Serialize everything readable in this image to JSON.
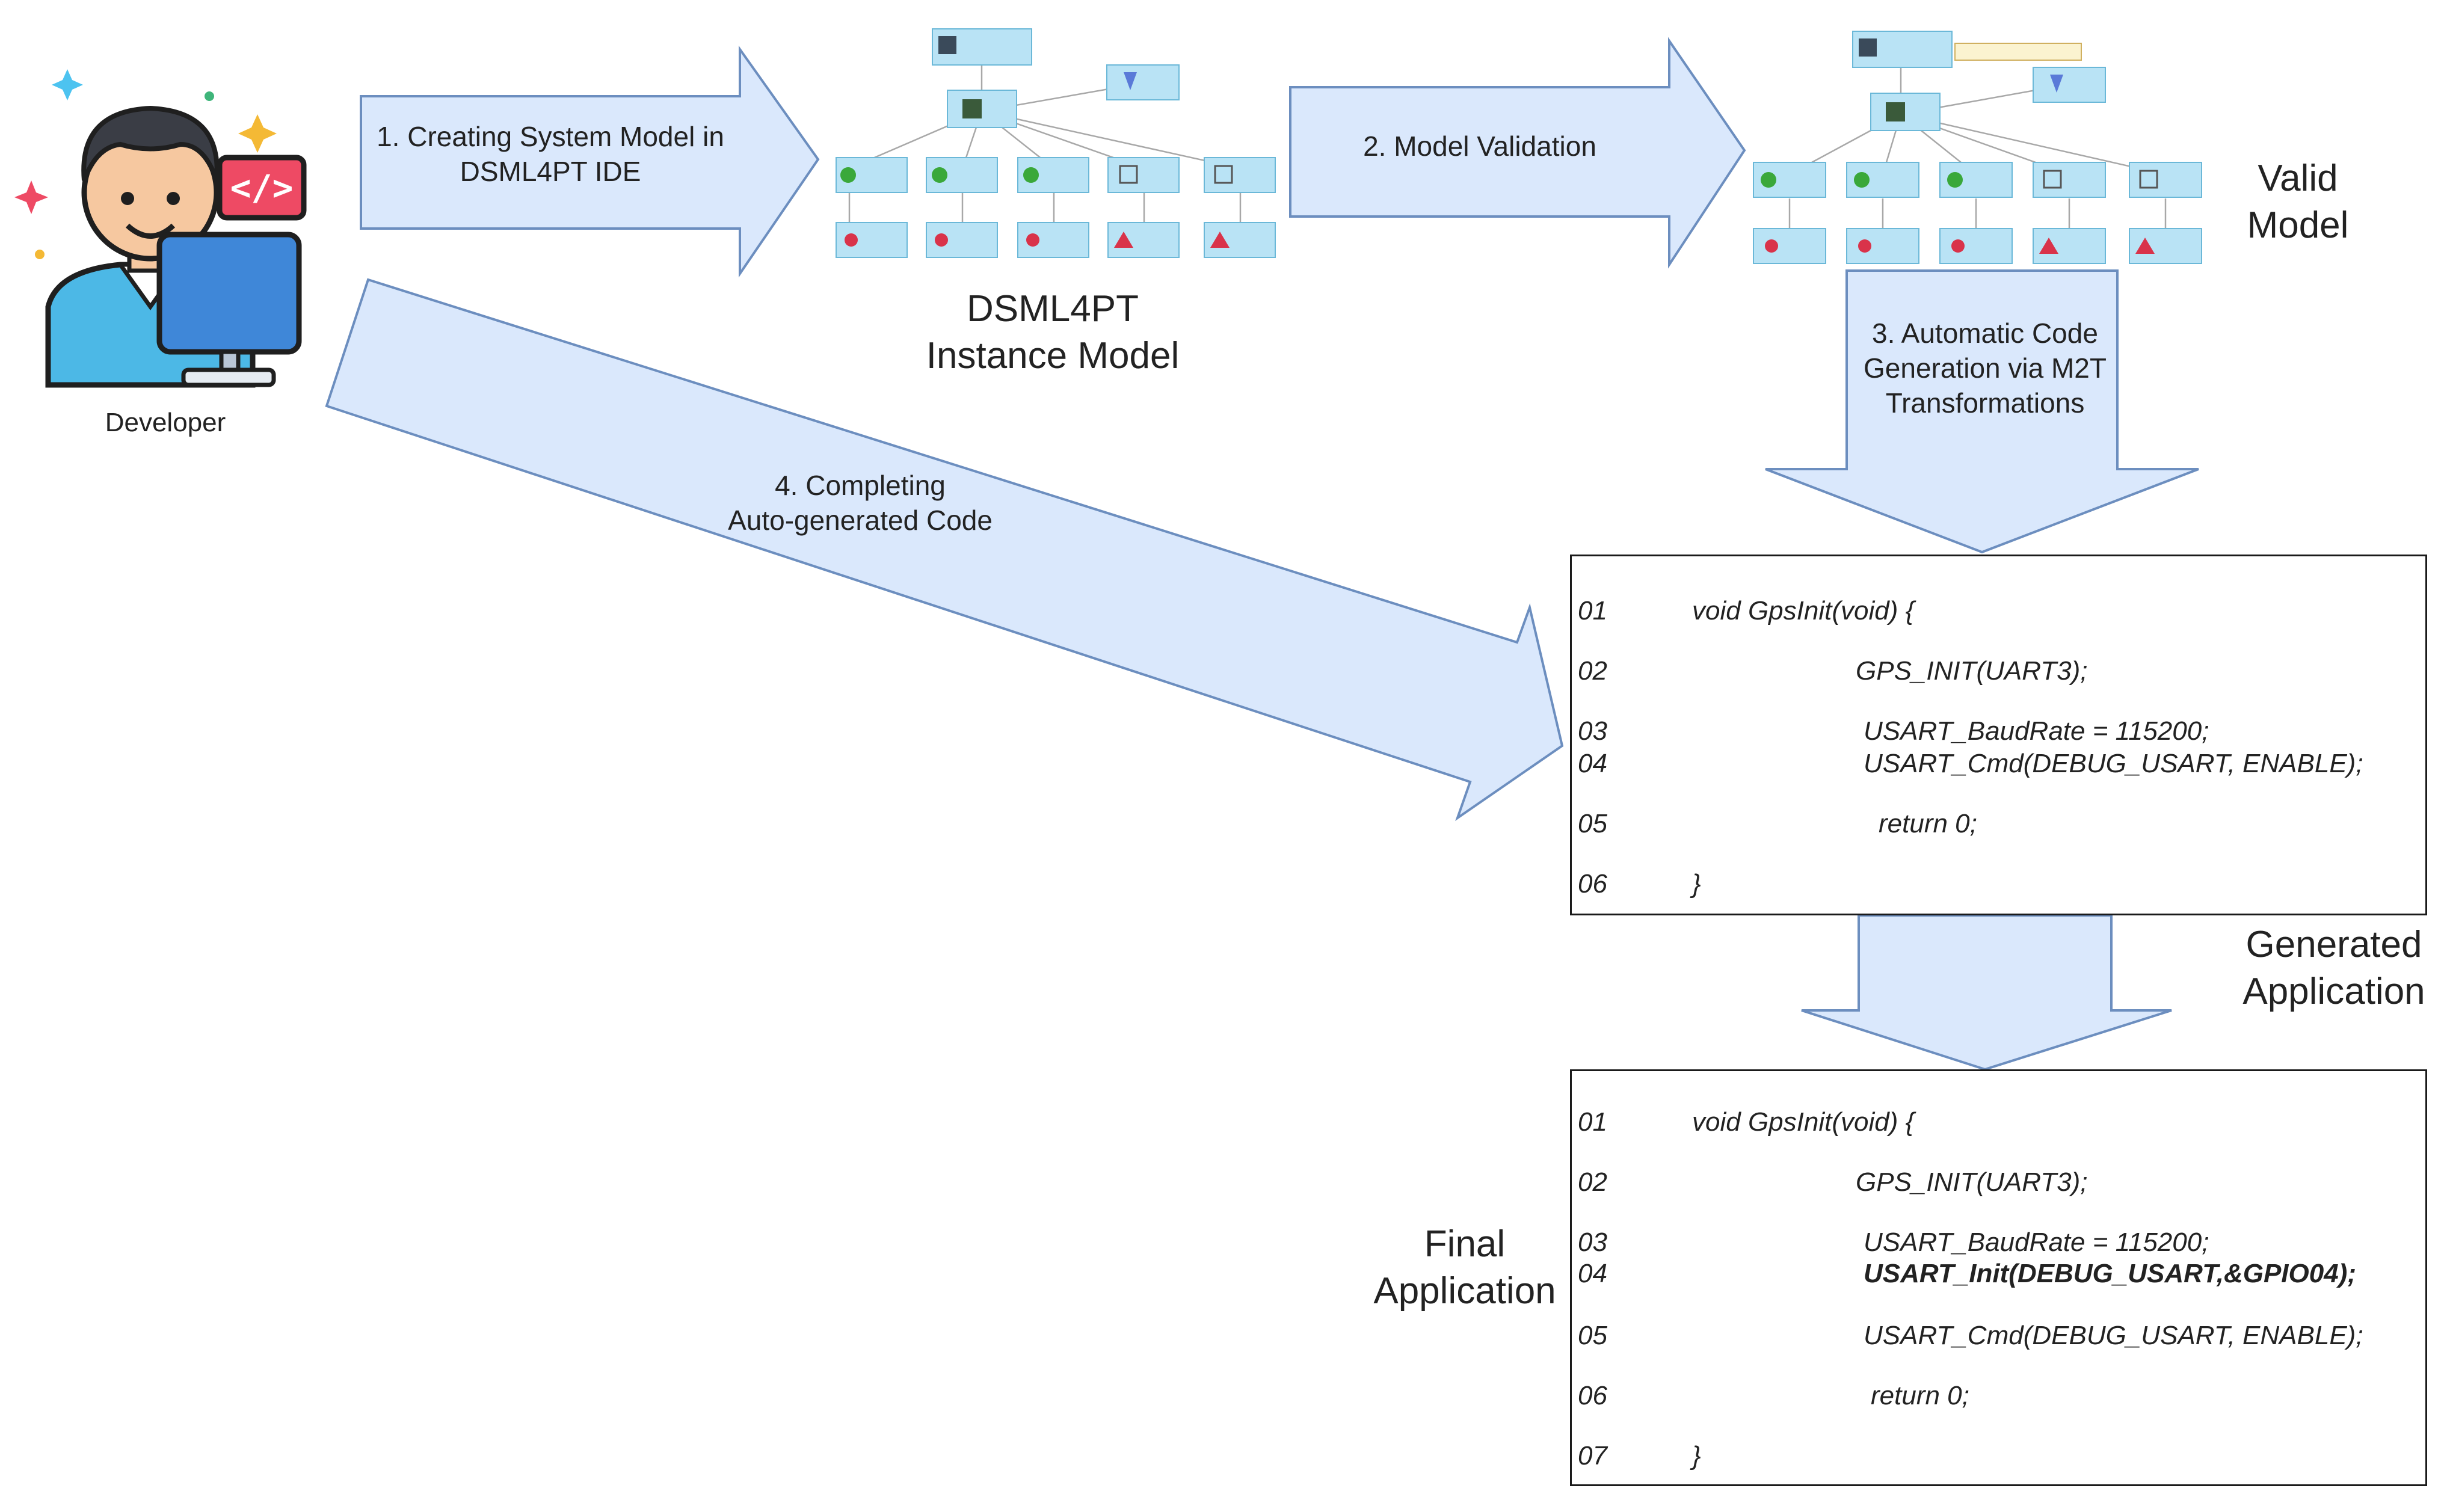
{
  "developer": {
    "label": "Developer"
  },
  "arrows": {
    "step1": "1. Creating System Model in\nDSML4PT IDE",
    "step2": "2. Model Validation",
    "step3": "3. Automatic Code\nGeneration via M2T\nTransformations",
    "step4": "4. Completing\nAuto-generated Code"
  },
  "labels": {
    "instance_model": "DSML4PT\nInstance Model",
    "valid_model": "Valid\nModel",
    "generated_application": "Generated\nApplication",
    "final_application": "Final\nApplication"
  },
  "generated_code": [
    {
      "num": "01",
      "text": "void GpsInit(void) {"
    },
    {
      "num": "02",
      "text": "GPS_INIT(UART3);"
    },
    {
      "num": "03",
      "text": "USART_BaudRate = 115200;"
    },
    {
      "num": "04",
      "text": "USART_Cmd(DEBUG_USART, ENABLE);"
    },
    {
      "num": "05",
      "text": "return 0;"
    },
    {
      "num": "06",
      "text": "}"
    }
  ],
  "final_code": [
    {
      "num": "01",
      "text": "void GpsInit(void) {"
    },
    {
      "num": "02",
      "text": "GPS_INIT(UART3);"
    },
    {
      "num": "03",
      "text": "USART_BaudRate = 115200;"
    },
    {
      "num": "04",
      "text": "USART_Init(DEBUG_USART,&GPIO04);",
      "bold": true
    },
    {
      "num": "05",
      "text": "USART_Cmd(DEBUG_USART, ENABLE);"
    },
    {
      "num": "06",
      "text": "return 0;"
    },
    {
      "num": "07",
      "text": "}"
    }
  ],
  "colors": {
    "arrow_fill": "#dae8fc",
    "arrow_stroke": "#6c8ebf",
    "model_node": "#b9e3f5",
    "code_border": "#1a1a1a"
  }
}
